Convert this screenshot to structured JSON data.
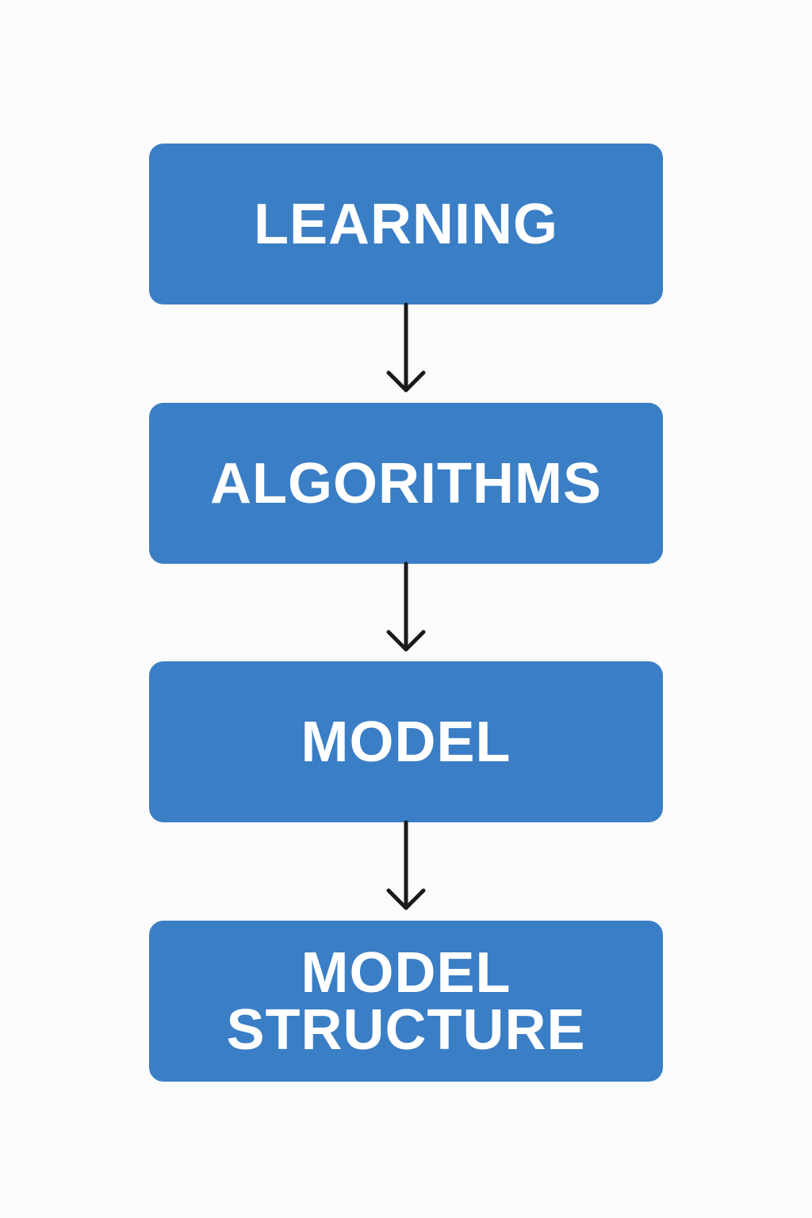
{
  "colors": {
    "background": "#fbfbfb",
    "box_fill": "#3a7ec6",
    "box_text": "#ffffff",
    "arrow": "#1a1a1a"
  },
  "steps": [
    {
      "label": "LEARNING"
    },
    {
      "label": "ALGORITHMS"
    },
    {
      "label": "MODEL"
    },
    {
      "lines": [
        "MODEL",
        "STRUCTURE"
      ]
    }
  ]
}
